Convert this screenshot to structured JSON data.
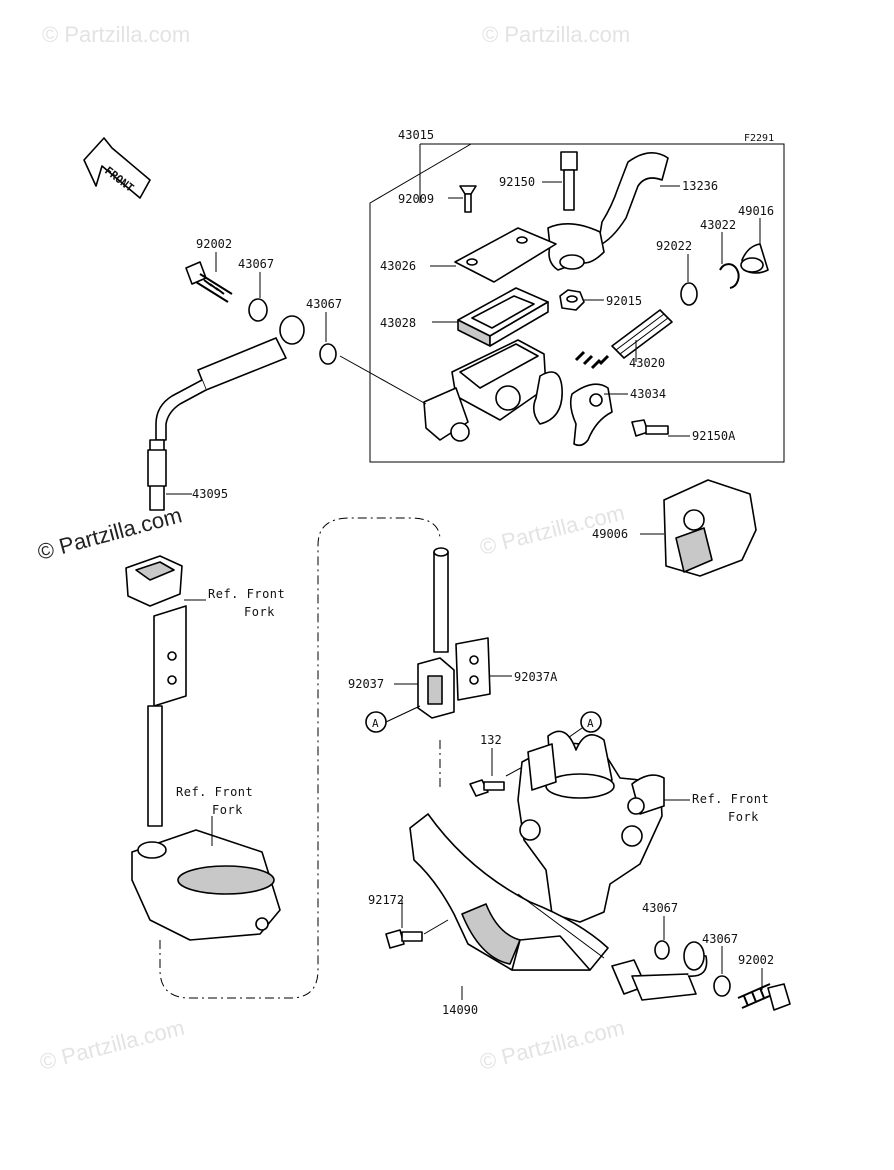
{
  "diagram_code": "F2291",
  "front_label": "FRONT",
  "watermark": "© Partzilla.com",
  "watermark_center": "© Partzilla.com",
  "callout_a": "A",
  "ref_front_fork": [
    "Ref. Front",
    "Fork"
  ],
  "parts": {
    "p43015": "43015",
    "p92150": "92150",
    "p13236": "13236",
    "p92009": "92009",
    "p49016": "49016",
    "p43022": "43022",
    "p92022": "92022",
    "p43026": "43026",
    "p92015": "92015",
    "p43028": "43028",
    "p43020": "43020",
    "p43034": "43034",
    "p92150A": "92150A",
    "p92002_top": "92002",
    "p43067_top": "43067",
    "p43067_mid": "43067",
    "p43095": "43095",
    "p49006": "49006",
    "p92037": "92037",
    "p92037A": "92037A",
    "p132": "132",
    "p92172": "92172",
    "p14090": "14090",
    "p43067_bot1": "43067",
    "p43067_bot2": "43067",
    "p92002_bot": "92002"
  }
}
